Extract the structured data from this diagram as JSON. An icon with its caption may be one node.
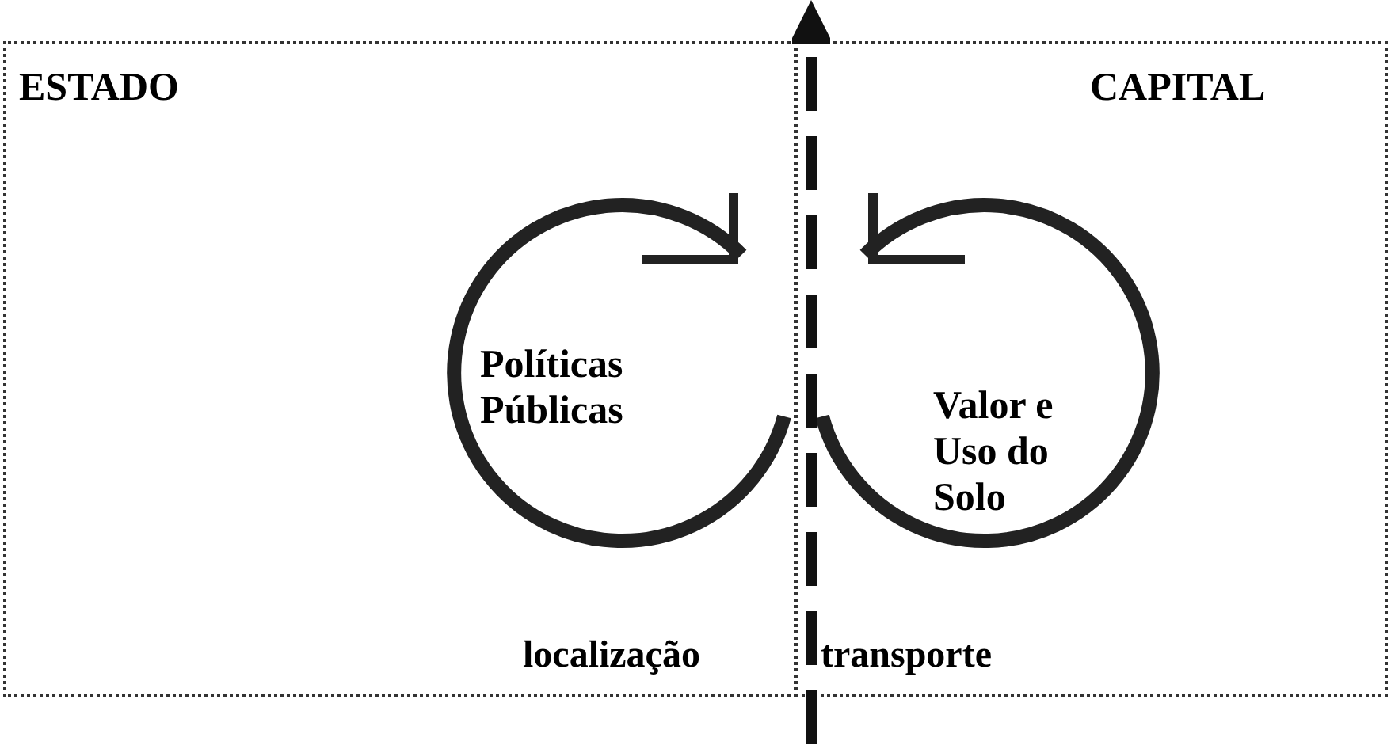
{
  "diagram": {
    "nodes": [
      {
        "text": [
          "ESTADO"
        ]
      },
      {
        "text": [
          "CAPITAL"
        ]
      },
      {
        "text": [
          "Políticas Públicas"
        ],
        "in": 0
      },
      {
        "text": [
          "Valor e Uso do Solo"
        ],
        "in": 1
      }
    ],
    "labels": [
      "localização",
      "transporte"
    ]
  }
}
